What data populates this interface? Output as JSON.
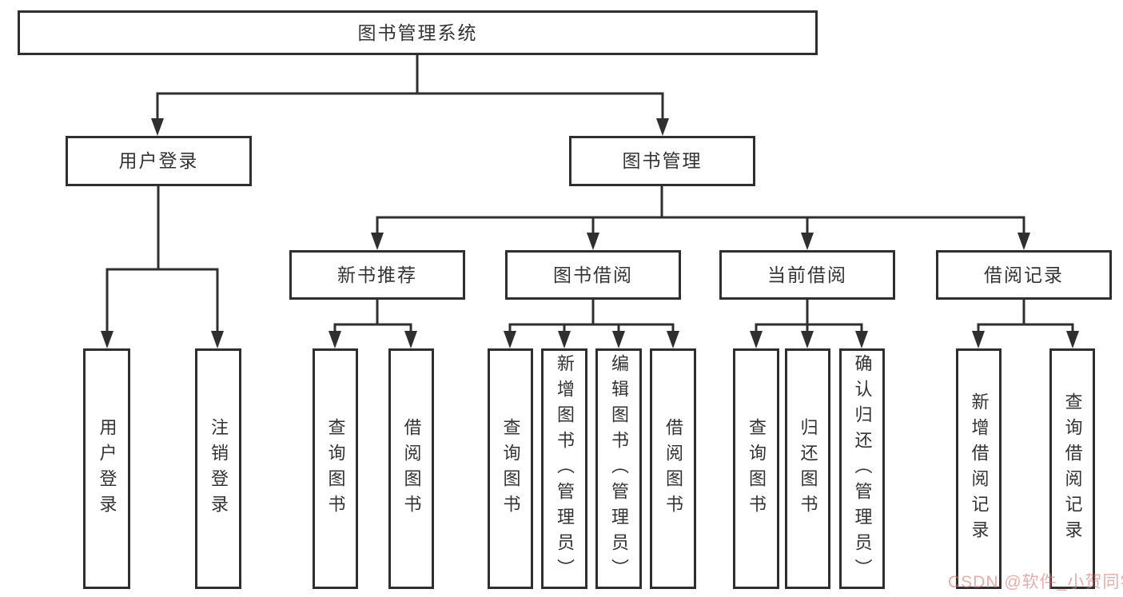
{
  "diagram": {
    "root": "图书管理系统",
    "branches": [
      {
        "label": "用户登录",
        "children": [
          "用户登录",
          "注销登录"
        ]
      },
      {
        "label": "图书管理",
        "sections": [
          {
            "label": "新书推荐",
            "children": [
              "查询图书",
              "借阅图书"
            ]
          },
          {
            "label": "图书借阅",
            "children": [
              "查询图书",
              "新增图书（管理员）",
              "编辑图书（管理员）",
              "借阅图书"
            ]
          },
          {
            "label": "当前借阅",
            "children": [
              "查询图书",
              "归还图书",
              "确认归还（管理员）"
            ]
          },
          {
            "label": "借阅记录",
            "children": [
              "新增借阅记录",
              "查询借阅记录"
            ]
          }
        ]
      }
    ]
  },
  "watermark": {
    "text": "CSDN @软件_小贺同学",
    "color": "#d67a74"
  },
  "colors": {
    "line": "#2f2f2f",
    "box_border": "#2f2f2f",
    "text": "#333333",
    "background": "#ffffff"
  }
}
